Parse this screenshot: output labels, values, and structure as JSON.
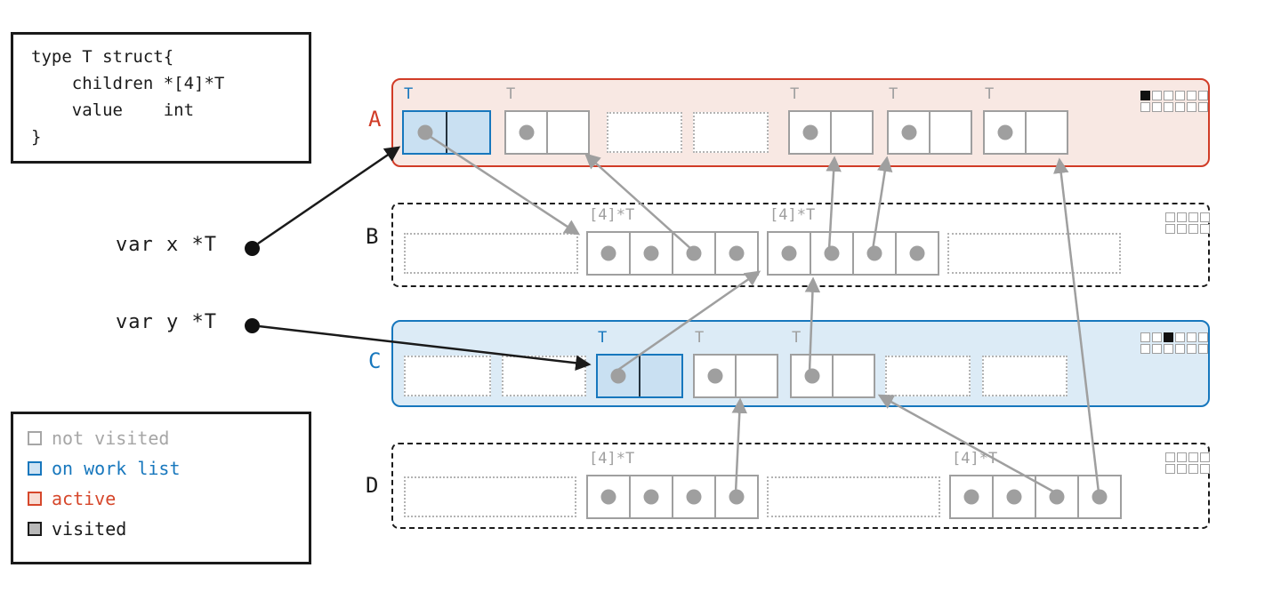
{
  "code_box": {
    "lines": [
      "type T struct{",
      "    children *[4]*T",
      "    value    int",
      "}"
    ]
  },
  "variables": {
    "x_label": "var x *T",
    "y_label": "var y *T"
  },
  "legend": {
    "items": [
      {
        "label": "not visited",
        "color": "#a6a6a6",
        "fill": "#ffffff"
      },
      {
        "label": "on work list",
        "color": "#1777bd",
        "fill": "#cfe3f3"
      },
      {
        "label": "active",
        "color": "#d6472b",
        "fill": "#f8ddd4"
      },
      {
        "label": "visited",
        "color": "#1a1a1a",
        "fill": "#b8b8b8"
      }
    ]
  },
  "types": {
    "t": "T",
    "array4": "[4]*T"
  },
  "rows": {
    "a": {
      "label": "A",
      "bitmap": [
        [
          1,
          0,
          0,
          0,
          0,
          0
        ],
        [
          0,
          0,
          0,
          0,
          0,
          0
        ]
      ]
    },
    "b": {
      "label": "B",
      "bitmap": [
        [
          0,
          0,
          0,
          0
        ],
        [
          0,
          0,
          0,
          0
        ]
      ]
    },
    "c": {
      "label": "C",
      "bitmap": [
        [
          0,
          0,
          1,
          0,
          0,
          0
        ],
        [
          0,
          0,
          0,
          0,
          0,
          0
        ]
      ]
    },
    "d": {
      "label": "D",
      "bitmap": [
        [
          0,
          0,
          0,
          0
        ],
        [
          0,
          0,
          0,
          0
        ]
      ]
    }
  },
  "pointers": [
    {
      "from": "var-x",
      "to": "A.obj1"
    },
    {
      "from": "var-y",
      "to": "C.obj1"
    },
    {
      "from": "A.obj1.children",
      "to": "B.array1"
    },
    {
      "from": "B.array1.slot3",
      "to": "A.obj2"
    },
    {
      "from": "B.array2.slot2",
      "to": "A.obj3"
    },
    {
      "from": "B.array2.slot3",
      "to": "A.obj4"
    },
    {
      "from": "C.obj1.children",
      "to": "B.array2"
    },
    {
      "from": "C.obj3.children",
      "to": "B.array2"
    },
    {
      "from": "D.array1.slot4",
      "to": "C.obj2"
    },
    {
      "from": "D.array2.slot3",
      "to": "C.obj3"
    },
    {
      "from": "D.array2.slot4",
      "to": "A.obj5"
    }
  ],
  "colors": {
    "active": "#d13c27",
    "active_fill": "#f8e8e3",
    "worklist": "#1777bd",
    "worklist_fill": "#dcebf6",
    "worklist_object_fill": "#c9e0f2",
    "unvisited_gray": "#9f9f9f",
    "black": "#1a1a1a"
  }
}
